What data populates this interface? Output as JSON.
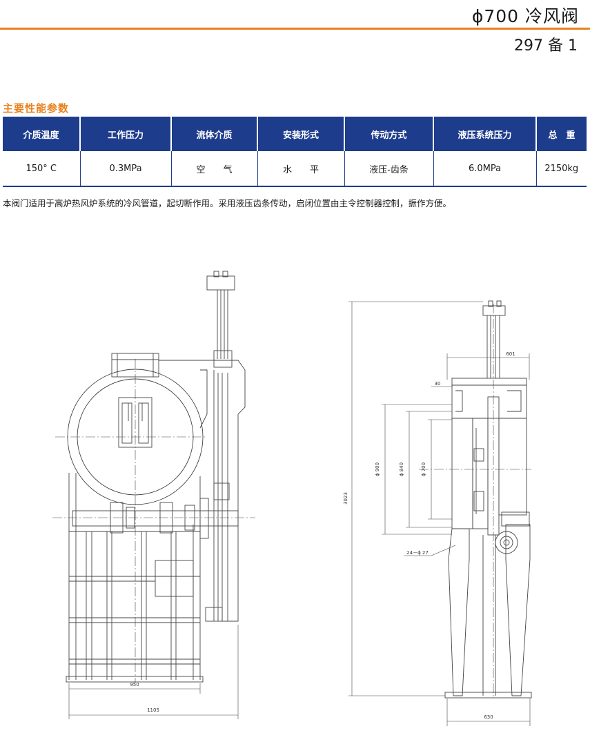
{
  "header": {
    "title": "ϕ700 冷风阀",
    "subtitle": "297 备 1"
  },
  "section_title": "主要性能参数",
  "table": {
    "headers": [
      "介质温度",
      "工作压力",
      "流体介质",
      "安装形式",
      "传动方式",
      "液压系统压力",
      "总　重"
    ],
    "values": [
      "150° C",
      "0.3MPa",
      "空　　气",
      "水　　平",
      "液压-齿条",
      "6.0MPa",
      "2150kg"
    ]
  },
  "description": "本阀门适用于高炉热风炉系统的冷风管道，起切断作用。采用液压齿条传动，启闭位置由主令控制器控制，振作方便。",
  "drawing": {
    "front_view": {
      "dim_width_inner": "950",
      "dim_width_outer": "1105"
    },
    "side_view": {
      "dim_top": "601",
      "dim_flange": "30",
      "dim_d900": "ϕ 900",
      "dim_d840": "ϕ 840",
      "dim_d700": "ϕ 700",
      "dim_bolts": "24－ϕ 27",
      "dim_height": "3023",
      "dim_base": "630"
    }
  }
}
